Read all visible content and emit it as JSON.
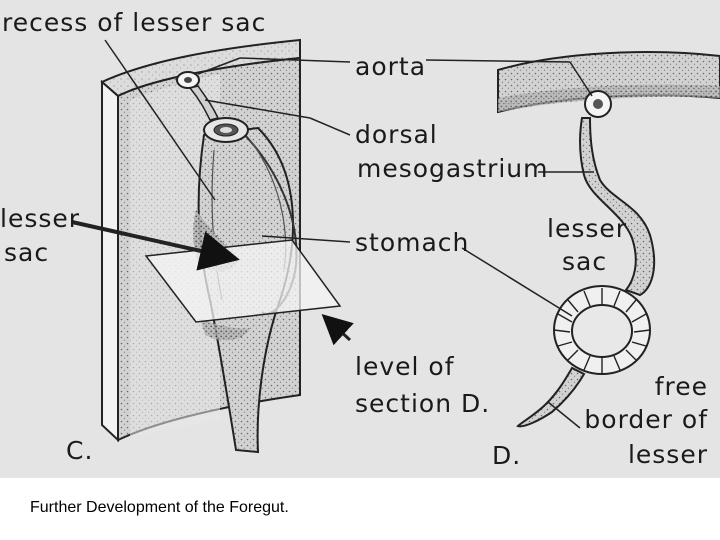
{
  "figure": {
    "labels": {
      "recess": "recess of lesser sac",
      "aorta": "aorta",
      "dorsal": "dorsal",
      "mesogastrium": "mesogastrium",
      "lesser_left_1": "lesser",
      "lesser_left_2": "sac",
      "stomach": "stomach",
      "lesser_right_1": "lesser",
      "lesser_right_2": "sac",
      "level_1": "level of",
      "level_2": "section D.",
      "free_1": "free",
      "free_2": "border of",
      "free_3": "lesser",
      "panel_c": "C.",
      "panel_d": "D."
    }
  },
  "caption": "Further Development of the Foregut."
}
